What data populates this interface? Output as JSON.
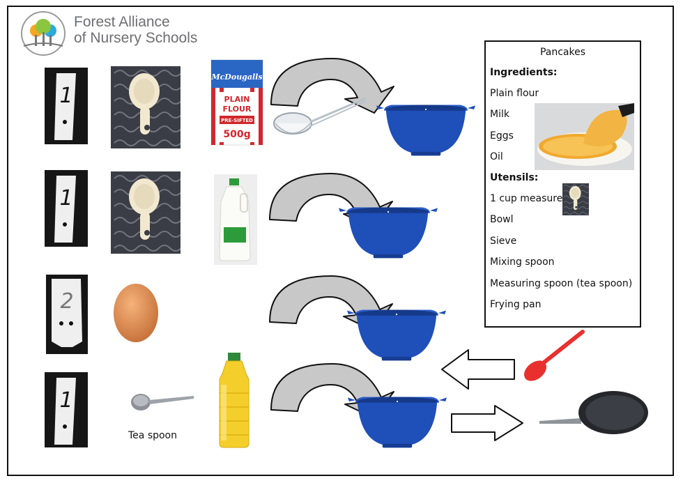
{
  "logo": {
    "line1": "Forest Alliance",
    "line2": "of Nursery Schools"
  },
  "steps": [
    {
      "count": "1",
      "items": [
        "cup-measure",
        "flour-bag",
        "sieve"
      ],
      "flour_brand": "McDougalls",
      "flour_name1": "PLAIN",
      "flour_name2": "FLOUR",
      "flour_tag": "PRE-SIFTED",
      "flour_weight": "500g"
    },
    {
      "count": "1",
      "items": [
        "cup-measure",
        "milk-bottle"
      ]
    },
    {
      "count": "2",
      "items": [
        "egg"
      ]
    },
    {
      "count": "1",
      "items": [
        "tea-spoon",
        "oil-bottle"
      ],
      "spoon_label": "Tea spoon"
    }
  ],
  "recipe": {
    "title": "Pancakes",
    "ingredients_heading": "Ingredients:",
    "ingredients": [
      "Plain flour",
      "Milk",
      "Eggs",
      "Oil"
    ],
    "utensils_heading": "Utensils:",
    "utensils": [
      "1 cup measure",
      "Bowl",
      "Sieve",
      "Mixing spoon",
      "Measuring spoon (tea spoon)",
      "Frying pan"
    ]
  },
  "colors": {
    "bowl": "#1f4fb8",
    "arrow_fill": "#c8c8c8",
    "spoon": "#e8312f",
    "logo_orange": "#f5a623",
    "logo_green": "#8cc63f",
    "logo_blue": "#29abe2"
  }
}
